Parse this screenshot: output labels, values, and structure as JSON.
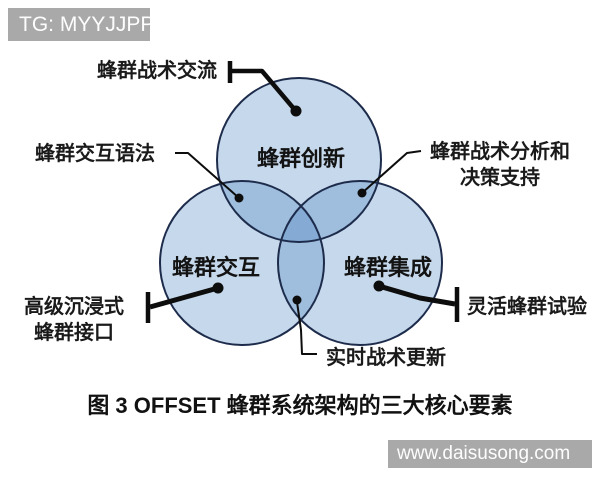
{
  "watermarks": {
    "top": "TG: MYYJJPP",
    "bottom": "www.daisusong.com"
  },
  "caption": "图 3 OFFSET 蜂群系统架构的三大核心要素",
  "venn": {
    "circles": [
      {
        "label": "蜂群创新"
      },
      {
        "label": "蜂群交互"
      },
      {
        "label": "蜂群集成"
      }
    ],
    "callouts": [
      {
        "label": "蜂群战术交流"
      },
      {
        "label": "蜂群交互语法"
      },
      {
        "line1": "蜂群战术分析和",
        "line2": "决策支持"
      },
      {
        "line1": "高级沉浸式",
        "line2": "蜂群接口"
      },
      {
        "label": "灵活蜂群试验"
      },
      {
        "label": "实时战术更新"
      }
    ]
  },
  "colors": {
    "circle_fill": "#4f86c0",
    "circle_stroke": "#1e2c4c",
    "line": "#0d0d0d",
    "banner_bg": "#a9a9a9",
    "banner_text": "#fdfdfd",
    "text": "#1a1a1a"
  }
}
